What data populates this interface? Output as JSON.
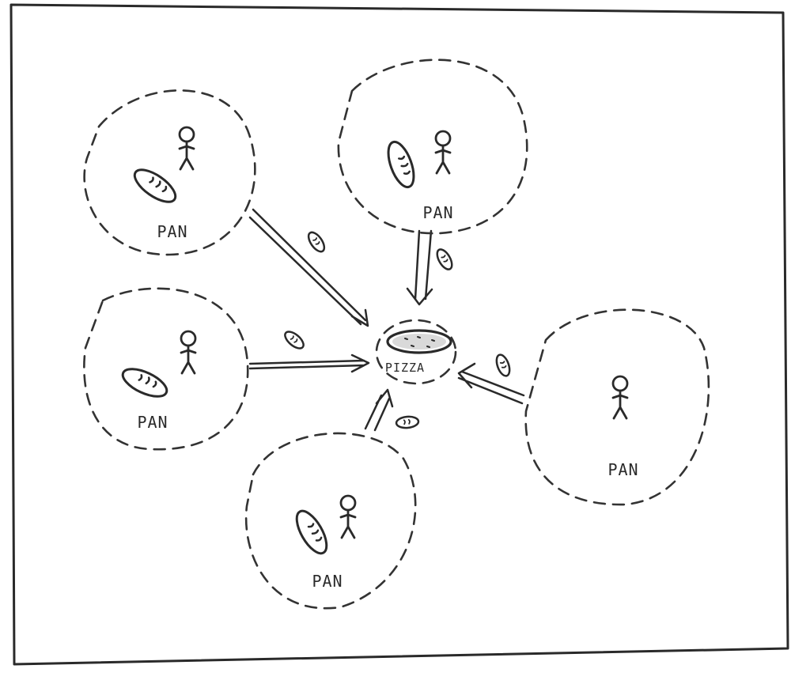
{
  "diagram": {
    "center": {
      "label": "PIZZA",
      "icon": "pizza-icon"
    },
    "nodes": [
      {
        "id": "pan-top-left",
        "label": "PAN",
        "icons": [
          "bread-icon",
          "person-icon"
        ]
      },
      {
        "id": "pan-top",
        "label": "PAN",
        "icons": [
          "bread-icon",
          "person-icon"
        ]
      },
      {
        "id": "pan-left",
        "label": "PAN",
        "icons": [
          "bread-icon",
          "person-icon"
        ]
      },
      {
        "id": "pan-bottom",
        "label": "PAN",
        "icons": [
          "bread-icon",
          "person-icon"
        ]
      },
      {
        "id": "pan-right",
        "label": "PAN",
        "icons": [
          "person-icon"
        ]
      }
    ],
    "edges": [
      {
        "from": "pan-top-left",
        "to": "pizza",
        "icon": "bread-icon"
      },
      {
        "from": "pan-top",
        "to": "pizza",
        "icon": "bread-icon"
      },
      {
        "from": "pan-left",
        "to": "pizza",
        "icon": "bread-icon"
      },
      {
        "from": "pan-bottom",
        "to": "pizza",
        "icon": "bread-icon"
      },
      {
        "from": "pan-right",
        "to": "pizza",
        "icon": "bread-icon"
      }
    ],
    "ink_color": "#2a2a2a"
  }
}
